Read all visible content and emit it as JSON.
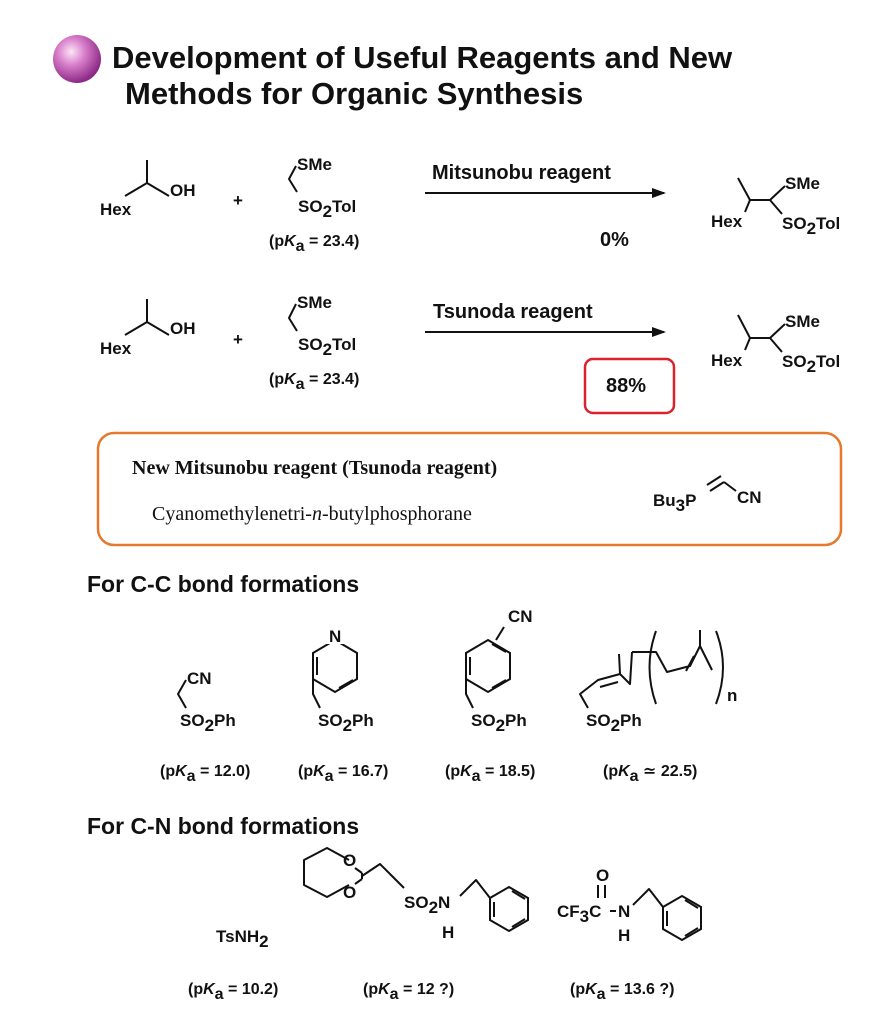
{
  "title": {
    "line1": "Development of Useful Reagents and New",
    "line2": "Methods for Organic Synthesis"
  },
  "colors": {
    "bullet": "#b14fa8",
    "highlight_box": "#d9232d",
    "reagent_box": "#e57a2e"
  },
  "reactions": [
    {
      "alcohol": {
        "oh": "OH",
        "hex": "Hex"
      },
      "plus": "+",
      "sulfone": {
        "sme": "SMe",
        "so2tol_a": "SO",
        "so2tol_sub": "2",
        "so2tol_b": "Tol"
      },
      "pka": {
        "a": "(p",
        "k": "K",
        "sub": "a",
        "b": " = 23.4)"
      },
      "reagent": "Mitsunobu reagent",
      "yield": "0%",
      "product": {
        "sme": "SMe",
        "hex": "Hex",
        "so2tol_a": "SO",
        "so2tol_sub": "2",
        "so2tol_b": "Tol"
      }
    },
    {
      "alcohol": {
        "oh": "OH",
        "hex": "Hex"
      },
      "plus": "+",
      "sulfone": {
        "sme": "SMe",
        "so2tol_a": "SO",
        "so2tol_sub": "2",
        "so2tol_b": "Tol"
      },
      "pka": {
        "a": "(p",
        "k": "K",
        "sub": "a",
        "b": " = 23.4)"
      },
      "reagent": "Tsunoda reagent",
      "yield": "88%",
      "product": {
        "sme": "SMe",
        "hex": "Hex",
        "so2tol_a": "SO",
        "so2tol_sub": "2",
        "so2tol_b": "Tol"
      }
    }
  ],
  "reagent_box": {
    "heading": "New Mitsunobu reagent (Tsunoda reagent)",
    "name_a": "Cyanomethylenetri-",
    "name_n": "n",
    "name_b": "-butylphosphorane",
    "formula_bu": "Bu",
    "formula_sub": "3",
    "formula_p": "P",
    "formula_cn": "CN"
  },
  "cc_section": {
    "heading": "For C-C bond formations",
    "compounds": [
      {
        "top": "CN",
        "bottom_a": "SO",
        "bottom_sub": "2",
        "bottom_b": "Ph",
        "pka_op": " = ",
        "pka_val": "12.0)"
      },
      {
        "top": "N",
        "bottom_a": "SO",
        "bottom_sub": "2",
        "bottom_b": "Ph",
        "pka_op": " = ",
        "pka_val": "16.7)"
      },
      {
        "top": "CN",
        "bottom_a": "SO",
        "bottom_sub": "2",
        "bottom_b": "Ph",
        "pka_op": " = ",
        "pka_val": "18.5)"
      },
      {
        "top": "n",
        "bottom_a": "SO",
        "bottom_sub": "2",
        "bottom_b": "Ph",
        "pka_op": " ≃ ",
        "pka_val": "22.5)"
      }
    ]
  },
  "cn_section": {
    "heading": "For C-N bond formations",
    "compounds": [
      {
        "label_a": "TsNH",
        "label_sub": "2",
        "pka_val": " = 10.2)"
      },
      {
        "o1": "O",
        "o2": "O",
        "so2n_a": "SO",
        "so2n_sub": "2",
        "so2n_b": "N",
        "h": "H",
        "pka_val": " = 12 ?)"
      },
      {
        "o": "O",
        "cf3_a": "CF",
        "cf3_sub": "3",
        "cf3_b": "C",
        "n": "N",
        "h": "H",
        "pka_val": " = 13.6 ?)"
      }
    ]
  }
}
